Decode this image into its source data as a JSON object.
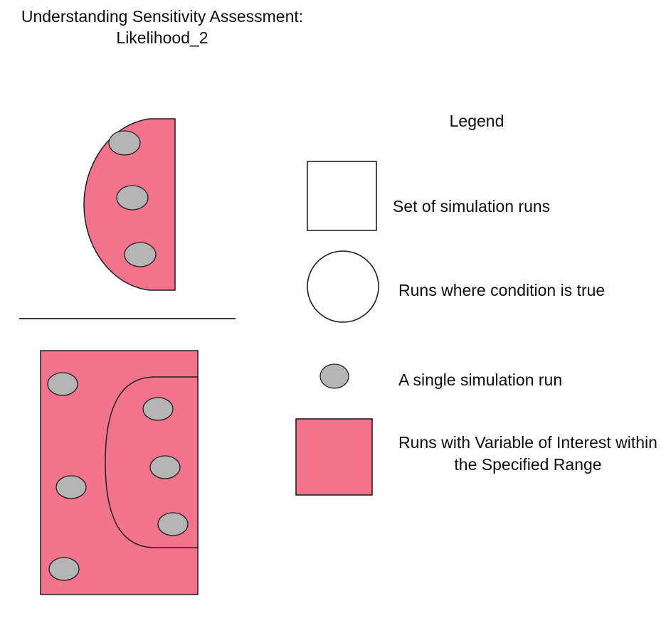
{
  "title": {
    "line1": "Understanding Sensitivity Assessment:",
    "line2": "Likelihood_2"
  },
  "diagram": {
    "top_panel": {
      "description": "condition region only",
      "runs_in_condition_region": 3
    },
    "bottom_panel": {
      "description": "full set of simulation runs with condition subset",
      "runs_in_condition_region": 3,
      "runs_outside_condition_region": 3
    }
  },
  "legend": {
    "title": "Legend",
    "items": [
      {
        "symbol": "square-outline",
        "label": "Set of simulation runs"
      },
      {
        "symbol": "circle-outline",
        "label": "Runs where condition is true"
      },
      {
        "symbol": "gray-dot",
        "label": "A single simulation run"
      },
      {
        "symbol": "pink-square",
        "label": "Runs with Variable of Interest within the Specified Range"
      }
    ]
  },
  "colors": {
    "highlight_pink": "#F2738C",
    "run_dot_gray": "#B5B5B5",
    "outline": "#1F1F1F",
    "white": "#FFFFFF"
  }
}
